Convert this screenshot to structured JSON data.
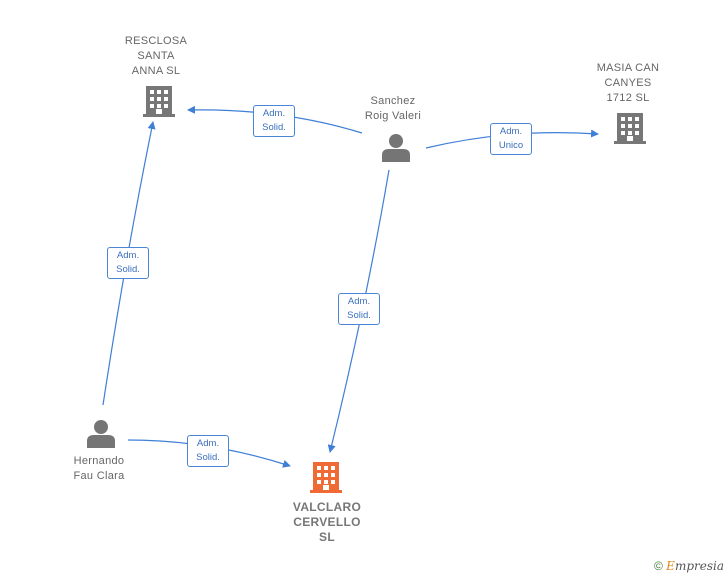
{
  "nodes": {
    "resclosa": {
      "line1": "RESCLOSA",
      "line2": "SANTA",
      "line3": "ANNA  SL"
    },
    "masia": {
      "line1": "MASIA CAN",
      "line2": "CANYES",
      "line3": "1712  SL"
    },
    "sanchez": {
      "line1": "Sanchez",
      "line2": "Roig Valeri"
    },
    "hernando": {
      "line1": "Hernando",
      "line2": "Fau Clara"
    },
    "valclaro": {
      "line1": "VALCLARO",
      "line2": "CERVELLO",
      "line3": "SL"
    }
  },
  "edges": {
    "sanchez_resclosa": {
      "l1": "Adm.",
      "l2": "Solid."
    },
    "sanchez_masia": {
      "l1": "Adm.",
      "l2": "Unico"
    },
    "sanchez_valclaro": {
      "l1": "Adm.",
      "l2": "Solid."
    },
    "hernando_resclosa": {
      "l1": "Adm.",
      "l2": "Solid."
    },
    "hernando_valclaro": {
      "l1": "Adm.",
      "l2": "Solid."
    }
  },
  "colors": {
    "edge": "#3f7fd6",
    "company": "#777777",
    "main_company": "#f06a35",
    "person": "#757575"
  },
  "footer": {
    "copyright": "©",
    "brand_first": "E",
    "brand_rest": "mpresia"
  }
}
